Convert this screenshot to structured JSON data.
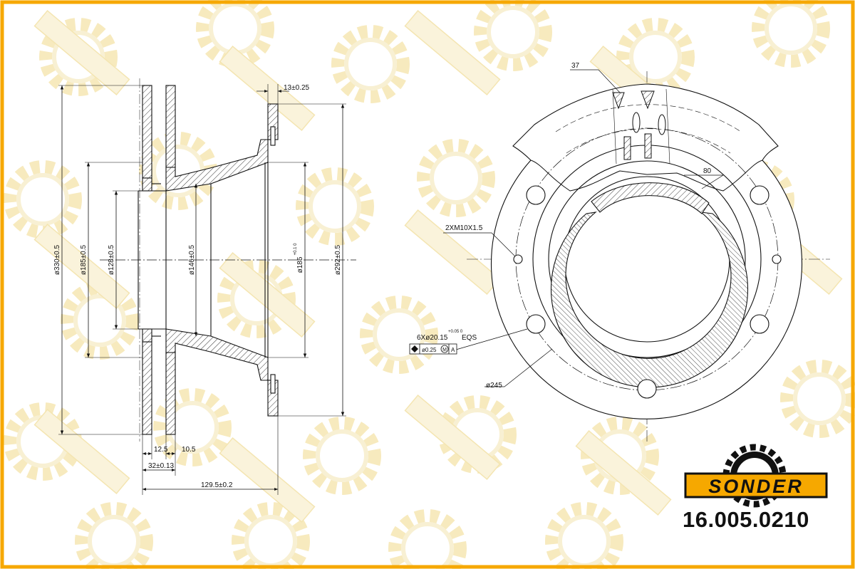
{
  "brand": {
    "logo_text": "SONDER",
    "part_number": "16.005.0210",
    "frame_color": "#f6a800",
    "logo_fill": "#f6a800",
    "watermark_color": "#f4e3a8"
  },
  "section_view": {
    "dimensions": {
      "outer_diameter": "ø330±0.5",
      "flange_diameter": "ø185±0.5",
      "bore_diameter": "ø128±0.5",
      "hat_diameter": "ø146±0.5",
      "pilot_diameter": "ø185",
      "pilot_tolerance": "+0.1 0",
      "outer_ring_diameter": "ø292±0.5",
      "hat_flange_thickness": "13±0.25",
      "disc_thickness": "32±0.13",
      "inner_plate": "12.5",
      "outer_plate": "10.5",
      "overall_height": "129.5±0.2"
    }
  },
  "front_view": {
    "dimensions": {
      "vane_count": "37",
      "ring_width": "80",
      "threaded_holes": "2XM10X1.5",
      "bolt_holes": "6Xø20.15",
      "bolt_holes_tolerance": "+0.05 0",
      "bolt_holes_spacing": "EQS",
      "position_tolerance": "ø0.25",
      "modifier": "M",
      "datum": "A",
      "bolt_circle": "ø245"
    }
  }
}
